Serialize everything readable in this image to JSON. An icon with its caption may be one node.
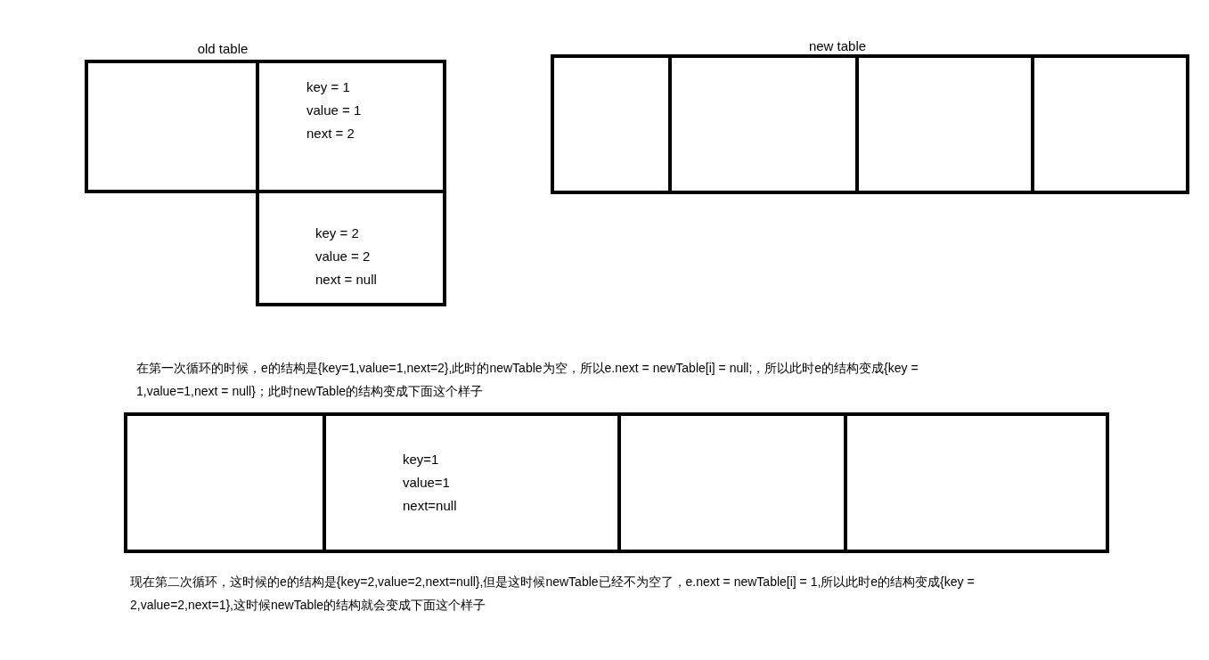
{
  "diagram": {
    "nodes": [
      {
        "text": [],
        "shape": "box"
      },
      {
        "text": [
          "key = 1",
          "value = 1",
          "next = 2"
        ]
      },
      {
        "text": [
          "key = 2",
          "value = 2",
          "next = null"
        ]
      },
      {
        "text": [],
        "shape": "box"
      },
      {
        "text": [],
        "shape": "box"
      },
      {
        "text": [],
        "shape": "box"
      },
      {
        "text": [],
        "shape": "box"
      },
      {
        "text": [],
        "shape": "box"
      },
      {
        "text": [
          "key=1",
          "value=1",
          "next=null"
        ]
      },
      {
        "text": [],
        "shape": "box"
      },
      {
        "text": [],
        "shape": "box"
      }
    ],
    "labels": [
      "old table",
      "new table",
      "在第一次循环的时候，e的结构是{key=1,value=1,next=2},此时的newTable为空，所以e.next = newTable[i] = null;，所以此时e的结构变成{key = 1,value=1,next = null}；此时newTable的结构变成下面这个样子",
      "现在第二次循环，这时候的e的结构是{key=2,value=2,next=null},但是这时候newTable已经不为空了，e.next = newTable[i] = 1,所以此时e的结构变成{key = 2,value=2,next=1},这时候newTable的结构就会变成下面这个样子"
    ]
  }
}
